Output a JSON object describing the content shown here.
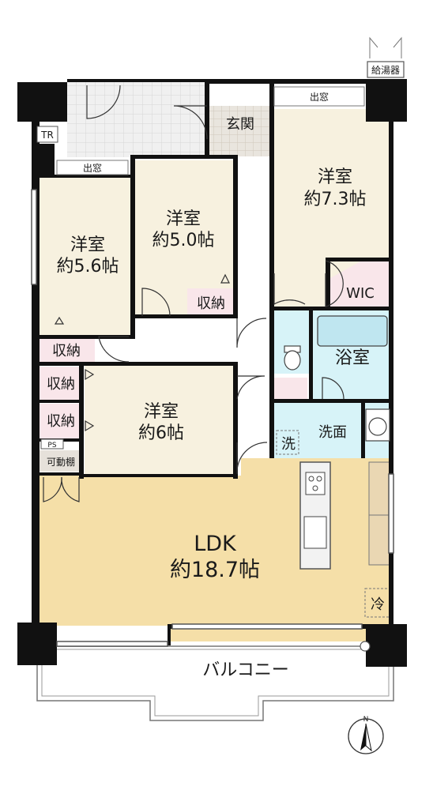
{
  "rooms": {
    "genkan": "玄関",
    "western_1_name": "洋室",
    "western_1_area": "約5.6帖",
    "western_2_name": "洋室",
    "western_2_area": "約5.0帖",
    "western_3_name": "洋室",
    "western_3_area": "約7.3帖",
    "western_4_name": "洋室",
    "western_4_area": "約6帖",
    "wic": "WIC",
    "bath": "浴室",
    "washroom": "洗面",
    "washer": "洗",
    "ldk_name": "LDK",
    "ldk_area": "約18.7帖",
    "fridge": "冷",
    "balcony": "バルコニー"
  },
  "storage": {
    "storage_1": "収納",
    "storage_2": "収納",
    "storage_3": "収納",
    "storage_4": "収納",
    "movable_shelf": "可動棚"
  },
  "fixtures": {
    "water_heater": "給湯器",
    "bay_window_1": "出窓",
    "bay_window_2": "出窓",
    "tr": "TR",
    "ps": "PS"
  },
  "compass": {
    "north": "N"
  },
  "colors": {
    "room": "#f7f1df",
    "ldk": "#f5dfa8",
    "water": "#d7f3f8",
    "storage": "#f9e6ea",
    "genkan": "#ece7df",
    "wall": "#111111"
  }
}
